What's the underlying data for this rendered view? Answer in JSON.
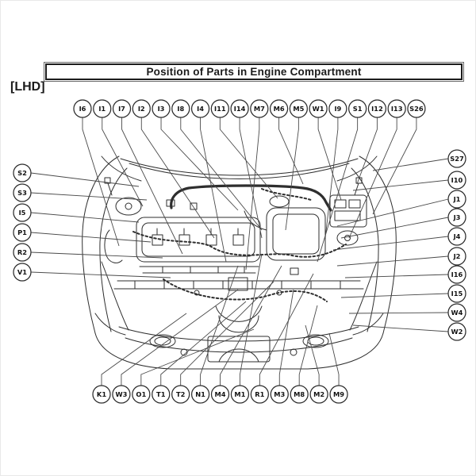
{
  "page": {
    "title": "Position of Parts in Engine Compartment",
    "variant_label": "[LHD]"
  },
  "diagram": {
    "description": "engine-compartment-parts-location-drawing",
    "callouts": {
      "top": [
        "I6",
        "I1",
        "I7",
        "I2",
        "I3",
        "I8",
        "I4",
        "I11",
        "I14",
        "M7",
        "M6",
        "M5",
        "W1",
        "I9",
        "S1",
        "I12",
        "I13",
        "S26"
      ],
      "left": [
        "S2",
        "S3",
        "I5",
        "P1",
        "R2",
        "V1"
      ],
      "right": [
        "S27",
        "I10",
        "J1",
        "J3",
        "J4",
        "J2",
        "I16",
        "I15",
        "W4",
        "W2"
      ],
      "bottom": [
        "K1",
        "W3",
        "O1",
        "T1",
        "T2",
        "N1",
        "M4",
        "M1",
        "R1",
        "M3",
        "M8",
        "M2",
        "M9"
      ]
    }
  },
  "colors": {
    "background": "#ffffff",
    "line_art": "#2e2e2e",
    "leader_line": "#4a4a4a",
    "text": "#1b1b1b"
  }
}
